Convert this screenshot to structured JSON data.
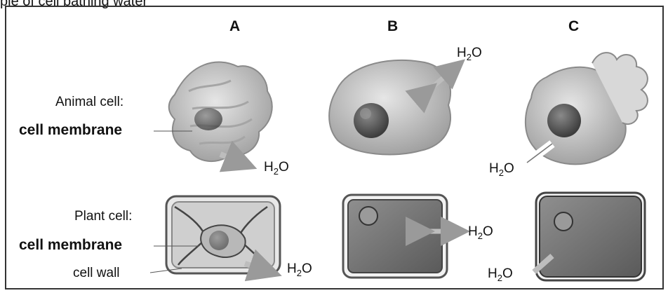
{
  "top_text": "ple of cell bathing water",
  "columns": [
    "A",
    "B",
    "C"
  ],
  "animal": {
    "heading": "Animal cell:",
    "membrane_label": "cell membrane"
  },
  "plant": {
    "heading": "Plant cell:",
    "membrane_label": "cell membrane",
    "wall_label": "cell wall"
  },
  "water": {
    "base": "H",
    "sub": "2",
    "tail": "O"
  },
  "colors": {
    "cytoplasm": "#cfcfcf",
    "nucleus": "#6a6a6a",
    "arrow": "#bdbdbd",
    "wall": "#555555"
  }
}
